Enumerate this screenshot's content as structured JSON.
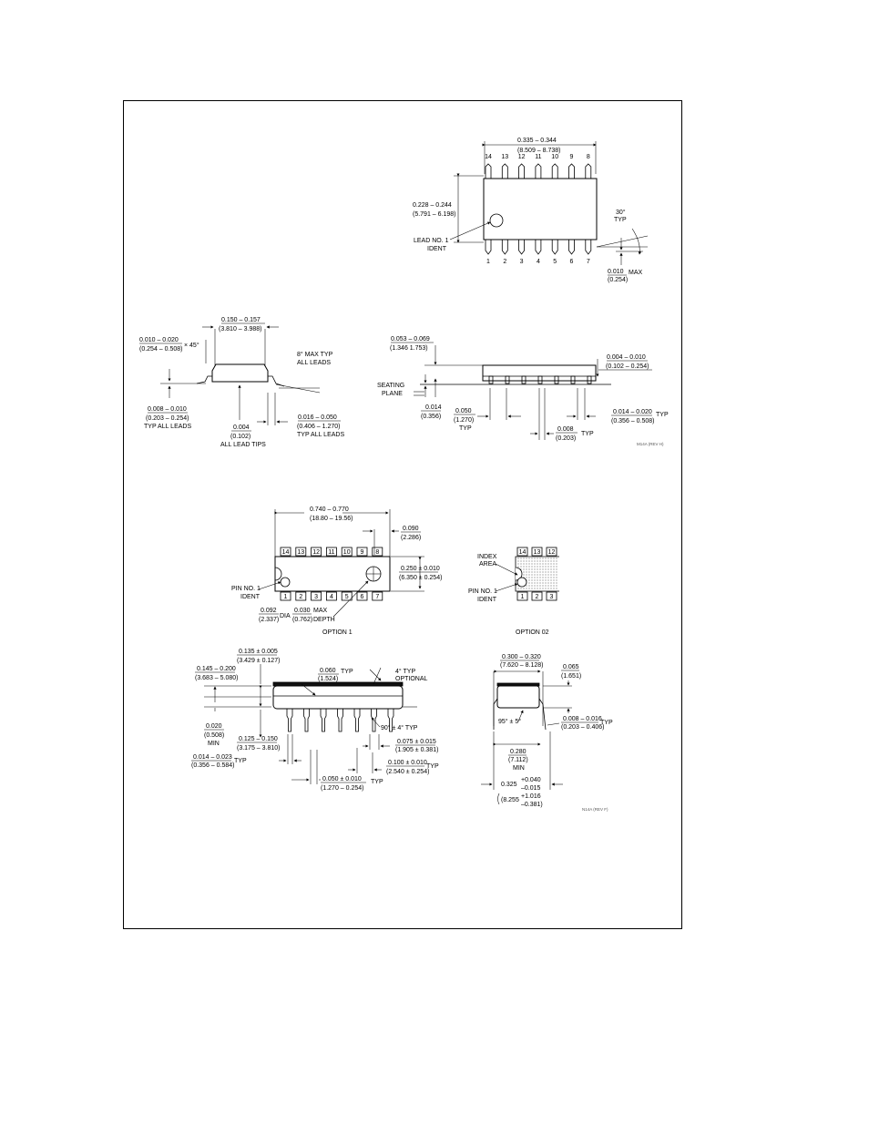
{
  "top_view": {
    "width_dim": [
      "0.335 – 0.344",
      "(8.509 – 8.738)"
    ],
    "height_dim": [
      "0.228 – 0.244",
      "(5.791 – 6.198)"
    ],
    "pins_top": [
      "14",
      "13",
      "12",
      "11",
      "10",
      "9",
      "8"
    ],
    "pins_bottom": [
      "1",
      "2",
      "3",
      "4",
      "5",
      "6",
      "7"
    ],
    "lead_ident": [
      "LEAD NO. 1",
      "IDENT"
    ],
    "angle": [
      "30°",
      "TYP"
    ],
    "lead_max": [
      "0.010",
      "(0.254)",
      "MAX"
    ]
  },
  "side_view": {
    "chamfer": [
      "0.010 – 0.020",
      "(0.254 – 0.508)",
      "× 45°"
    ],
    "body_width": [
      "0.150 – 0.157",
      "(3.810 – 3.988)"
    ],
    "max_angle": [
      "8° MAX TYP",
      "ALL LEADS"
    ],
    "lead_thick": [
      "0.008 – 0.010",
      "(0.203 – 0.254)",
      "TYP ALL LEADS"
    ],
    "lead_tips": [
      "0.004",
      "(0.102)",
      "ALL LEAD TIPS"
    ],
    "foot": [
      "0.016 – 0.050",
      "(0.406 – 1.270)",
      "TYP ALL LEADS"
    ]
  },
  "front_view": {
    "height": [
      "0.053 – 0.069",
      "(1.346  1.753)"
    ],
    "standoff": [
      "0.004 – 0.010",
      "(0.102 – 0.254)"
    ],
    "seating": [
      "SEATING",
      "PLANE"
    ],
    "plane_offset": [
      "0.014",
      "(0.356)"
    ],
    "pitch": [
      "0.050",
      "(1.270)",
      "TYP"
    ],
    "lead_width": [
      "0.014 – 0.020",
      "(0.356 – 0.508)",
      "TYP"
    ],
    "lead_gap": [
      "0.008",
      "(0.203)",
      "TYP"
    ],
    "ref": "M14A (REV H)"
  },
  "option1": {
    "length": [
      "0.740 – 0.770",
      "(18.80 – 19.56)"
    ],
    "end_dim": [
      "0.090",
      "(2.286)"
    ],
    "width": [
      "0.250 ± 0.010",
      "(6.350 ± 0.254)"
    ],
    "pins_top": [
      "14",
      "13",
      "12",
      "11",
      "10",
      "9",
      "8"
    ],
    "pins_bottom": [
      "1",
      "2",
      "3",
      "4",
      "5",
      "6",
      "7"
    ],
    "pin_ident": [
      "PIN NO. 1",
      "IDENT"
    ],
    "dia": [
      "0.092",
      "(2.337)",
      "DIA"
    ],
    "depth": [
      "0.030",
      "(0.762)",
      "MAX",
      "DEPTH"
    ],
    "caption": "OPTION 1"
  },
  "option2": {
    "pins_top": [
      "14",
      "13",
      "12"
    ],
    "pins_bottom": [
      "1",
      "2",
      "3"
    ],
    "index": [
      "INDEX",
      "AREA"
    ],
    "pin_ident": [
      "PIN NO. 1",
      "IDENT"
    ],
    "caption": "OPTION 02"
  },
  "dip_side": {
    "dim1": [
      "0.135 ± 0.005",
      "(3.429 ± 0.127)"
    ],
    "dim2": [
      "0.145 – 0.200",
      "(3.683 – 5.080)"
    ],
    "dim3": [
      "0.060",
      "(1.524)",
      "TYP"
    ],
    "dim4": [
      "4° TYP",
      "OPTIONAL"
    ],
    "dim5": [
      "0.020",
      "(0.508)",
      "MIN"
    ],
    "dim6": [
      "0.125 – 0.150",
      "(3.175 – 3.810)"
    ],
    "dim7": [
      "90° ± 4° TYP"
    ],
    "dim8": [
      "0.075 ± 0.015",
      "(1.905 ± 0.381)"
    ],
    "dim9": [
      "0.014 – 0.023",
      "(0.356 – 0.584)",
      "TYP"
    ],
    "dim10": [
      "0.100 ± 0.010",
      "(2.540 ± 0.254)",
      "TYP"
    ],
    "dim11": [
      "0.050 ± 0.010",
      "(1.270 – 0.254)",
      "TYP"
    ]
  },
  "dip_end": {
    "width": [
      "0.300 – 0.320",
      "(7.620 – 8.128)"
    ],
    "dim_a": [
      "0.065",
      "(1.651)"
    ],
    "angle": [
      "95° ± 5°"
    ],
    "lead": [
      "0.008 – 0.016",
      "(0.203 – 0.406)",
      "TYP"
    ],
    "min_w": [
      "0.280",
      "(7.112)",
      "MIN"
    ],
    "span": [
      "0.325",
      "+0.040",
      "–0.015"
    ],
    "span_mm": [
      "(8.255",
      "+1.016",
      "–0.381)"
    ],
    "ref": "N14A (REV F)"
  }
}
